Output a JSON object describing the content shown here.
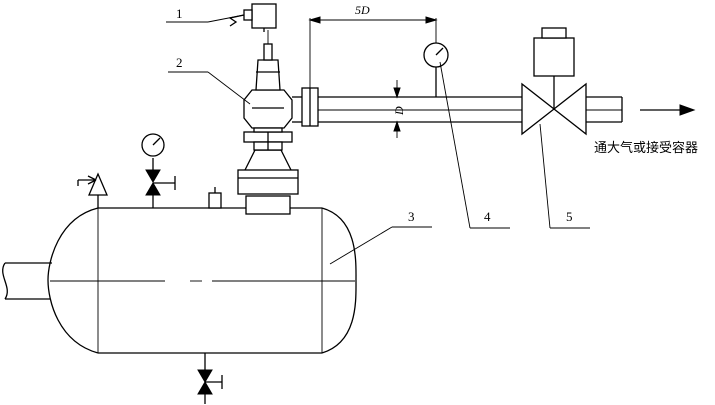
{
  "labels": {
    "part1": "1",
    "part2": "2",
    "part3": "3",
    "part4": "4",
    "part5": "5",
    "dim_length": "5D",
    "dim_diameter": "D",
    "outlet_note": "通大气或接受容器"
  }
}
